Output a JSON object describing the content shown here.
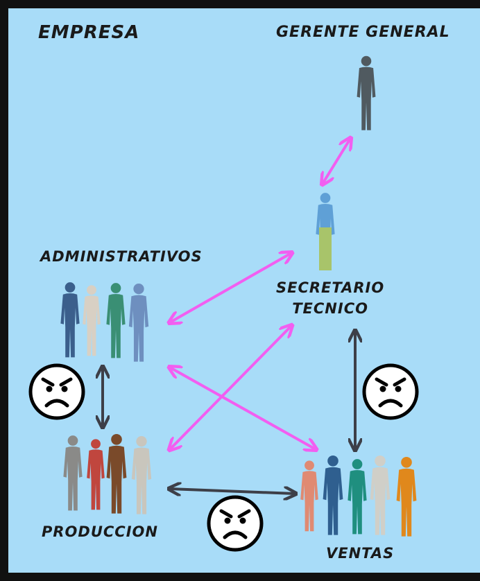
{
  "title": "EMPRESA",
  "nodes": {
    "gerente": "GERENTE GENERAL",
    "secretario_line1": "SECRETARIO",
    "secretario_line2": "TECNICO",
    "administrativos": "ADMINISTRATIVOS",
    "produccion": "PRODUCCION",
    "ventas": "VENTAS"
  },
  "colors": {
    "background": "#a8dcf8",
    "border": "#111111",
    "positive_arrow": "#f25ef0",
    "conflict_arrow": "#3d3f48",
    "face_fill": "#ffffff"
  },
  "relationships": [
    {
      "from": "gerente",
      "to": "secretario",
      "type": "positive"
    },
    {
      "from": "secretario",
      "to": "administrativos",
      "type": "positive"
    },
    {
      "from": "secretario",
      "to": "produccion",
      "type": "positive"
    },
    {
      "from": "administrativos",
      "to": "ventas",
      "type": "positive"
    },
    {
      "from": "administrativos",
      "to": "produccion",
      "type": "conflict"
    },
    {
      "from": "secretario",
      "to": "ventas",
      "type": "conflict"
    },
    {
      "from": "produccion",
      "to": "ventas",
      "type": "conflict"
    }
  ],
  "icons": [
    "angry-face-icon",
    "person-icon"
  ]
}
